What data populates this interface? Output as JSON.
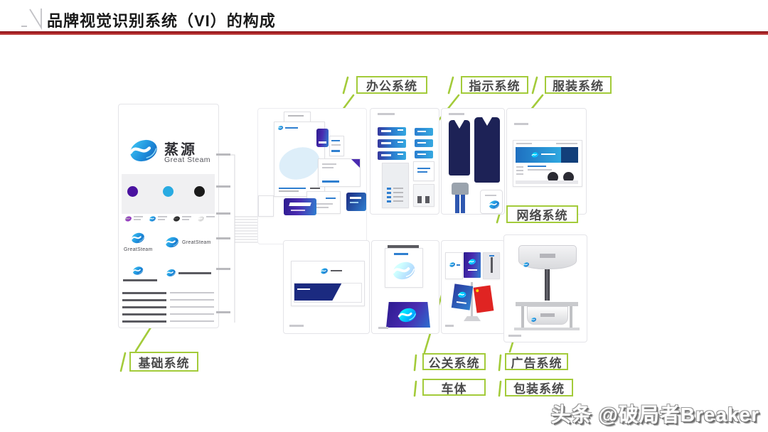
{
  "header": {
    "title": "品牌视觉识别系统（VI）的构成"
  },
  "diagram": {
    "labels": {
      "office": "办公系统",
      "signage": "指示系统",
      "clothing": "服装系统",
      "network": "网络系统",
      "basic": "基础系统",
      "pr": "公关系统",
      "vehicle": "车体",
      "advertising": "广告系统",
      "packaging": "包装系统"
    },
    "brand": {
      "logo_cn": "蒸源",
      "logo_en": "Great Steam",
      "logo_en_compact": "GreatSteam"
    },
    "colors": {
      "label_green": "#a3cb3a",
      "divider_red": "#a81e22",
      "logo_blue": "#1f8fdc",
      "logo_cyan": "#3fc9f5",
      "dot_purple": "#4a12a0",
      "dot_cyan": "#29abe2",
      "dot_black": "#1a1a1a",
      "suit_navy": "#1d2256",
      "flag_red": "#e02422",
      "vehicle_navy": "#1b2a80"
    }
  },
  "footer": {
    "watermark": "头条 @破局者Breaker"
  }
}
